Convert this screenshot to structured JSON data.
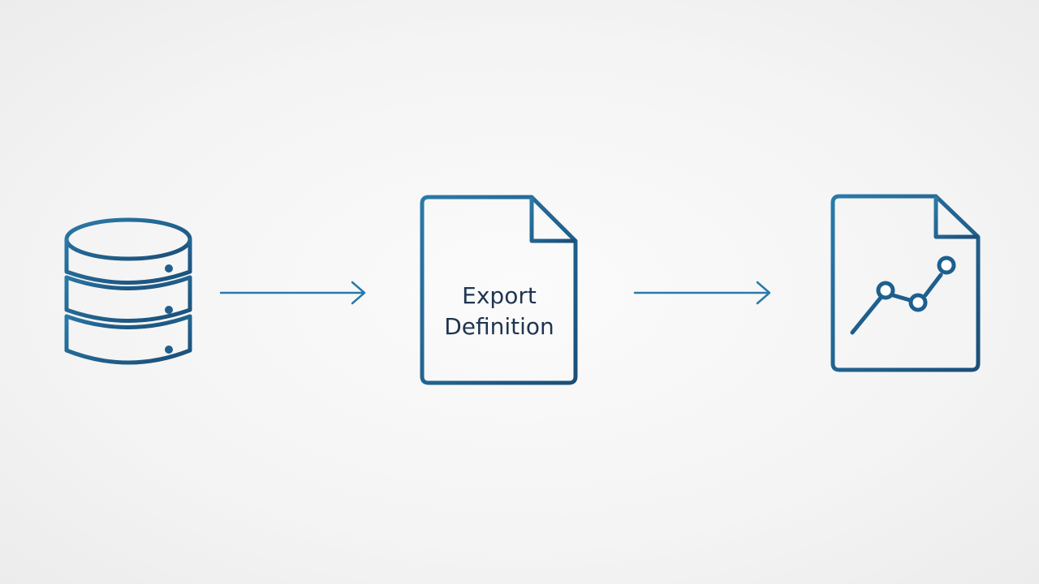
{
  "diagram": {
    "nodes": [
      {
        "id": "source",
        "icon": "database-icon",
        "label": ""
      },
      {
        "id": "definition",
        "icon": "document-icon",
        "label_lines": [
          "Export",
          "Definition"
        ]
      },
      {
        "id": "output",
        "icon": "chart-document-icon",
        "label": ""
      }
    ],
    "edges": [
      {
        "from": "source",
        "to": "definition"
      },
      {
        "from": "definition",
        "to": "output"
      }
    ],
    "colors": {
      "stroke": "#1e5f8e",
      "arrow": "#2a7aa8",
      "text": "#1f3550",
      "background": "#f4f4f4"
    }
  }
}
